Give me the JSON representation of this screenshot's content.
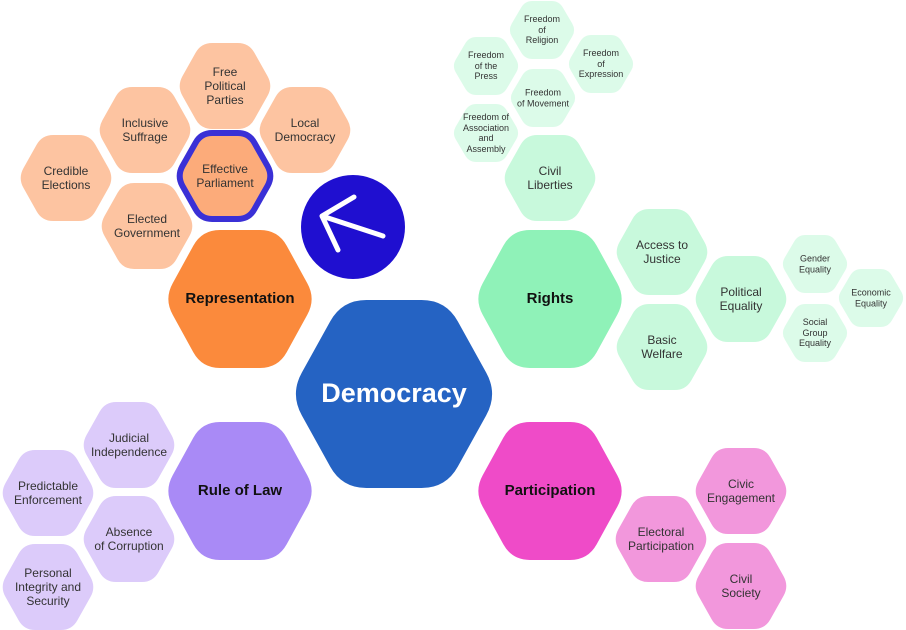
{
  "center": {
    "label": "Democracy",
    "color": "#2563c3"
  },
  "groups": [
    {
      "id": "representation",
      "label": "Representation",
      "color": "#fb8a3c",
      "items": [
        {
          "id": "free-political-parties",
          "label": "Free\nPolitical\nParties"
        },
        {
          "id": "inclusive-suffrage",
          "label": "Inclusive\nSuffrage"
        },
        {
          "id": "local-democracy",
          "label": "Local\nDemocracy"
        },
        {
          "id": "effective-parliament",
          "label": "Effective\nParliament",
          "highlighted": true
        },
        {
          "id": "credible-elections",
          "label": "Credible\nElections"
        },
        {
          "id": "elected-government",
          "label": "Elected\nGovernment"
        }
      ],
      "item_color": "#fdc4a1",
      "highlight_color": "#fcab7a",
      "highlight_border": "#3a30d6"
    },
    {
      "id": "rights",
      "label": "Rights",
      "color": "#8ff2b8",
      "items": [
        {
          "id": "civil-liberties",
          "label": "Civil\nLiberties"
        },
        {
          "id": "freedom-of-religion",
          "label": "Freedom\nof\nReligion"
        },
        {
          "id": "freedom-of-the-press",
          "label": "Freedom\nof the\nPress"
        },
        {
          "id": "freedom-of-expression",
          "label": "Freedom\nof\nExpression"
        },
        {
          "id": "freedom-of-movement",
          "label": "Freedom\nof Movement"
        },
        {
          "id": "freedom-of-association",
          "label": "Freedom of\nAssociation\nand\nAssembly"
        },
        {
          "id": "access-to-justice",
          "label": "Access to\nJustice"
        },
        {
          "id": "political-equality",
          "label": "Political\nEquality"
        },
        {
          "id": "basic-welfare",
          "label": "Basic\nWelfare"
        },
        {
          "id": "gender-equality",
          "label": "Gender\nEquality"
        },
        {
          "id": "economic-equality",
          "label": "Economic\nEquality"
        },
        {
          "id": "social-group-equality",
          "label": "Social\nGroup\nEquality"
        }
      ],
      "item_color": "#c8f9dc",
      "sub_color": "#dcfbe9"
    },
    {
      "id": "rule-of-law",
      "label": "Rule of Law",
      "color": "#a98af6",
      "items": [
        {
          "id": "judicial-independence",
          "label": "Judicial\nIndependence"
        },
        {
          "id": "predictable-enforcement",
          "label": "Predictable\nEnforcement"
        },
        {
          "id": "absence-of-corruption",
          "label": "Absence\nof Corruption"
        },
        {
          "id": "personal-integrity",
          "label": "Personal\nIntegrity and\nSecurity"
        }
      ],
      "item_color": "#dccbfa"
    },
    {
      "id": "participation",
      "label": "Participation",
      "color": "#ef4bc8",
      "items": [
        {
          "id": "civic-engagement",
          "label": "Civic\nEngagement"
        },
        {
          "id": "electoral-participation",
          "label": "Electoral\nParticipation"
        },
        {
          "id": "civil-society",
          "label": "Civil\nSociety"
        }
      ],
      "item_color": "#f297dc"
    }
  ],
  "back_button": {
    "icon": "arrow-left-icon",
    "color": "#1f0fd0"
  }
}
